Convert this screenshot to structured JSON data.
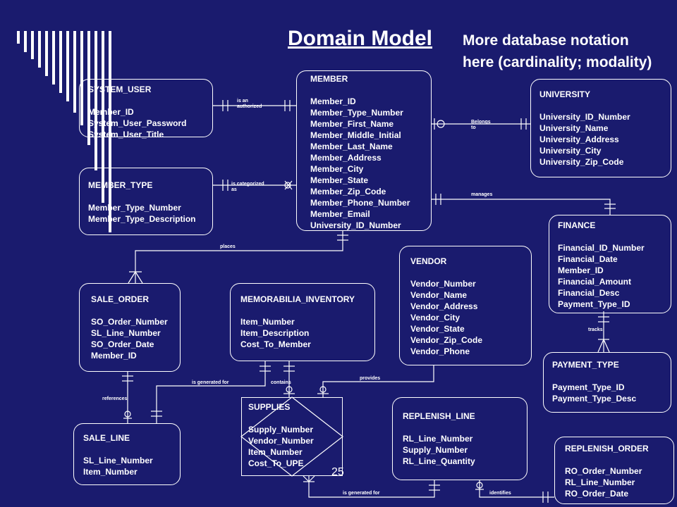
{
  "title": "Domain Model",
  "note_line1": "More database notation",
  "note_line2": "here (cardinality; modality)",
  "page_number": "25",
  "entities": {
    "system_user": {
      "name": "SYSTEM_USER",
      "attributes": [
        "Member_ID",
        "System_User_Password",
        "System_User_Title"
      ]
    },
    "member": {
      "name": "MEMBER",
      "attributes": [
        "Member_ID",
        "Member_Type_Number",
        "Member_First_Name",
        "Member_Middle_Initial",
        "Member_Last_Name",
        "Member_Address",
        "Member_City",
        "Member_State",
        "Member_Zip_Code",
        "Member_Phone_Number",
        "Member_Email",
        "University_ID_Number"
      ]
    },
    "university": {
      "name": "UNIVERSITY",
      "attributes": [
        "University_ID_Number",
        "University_Name",
        "University_Address",
        "University_City",
        "University_Zip_Code"
      ]
    },
    "member_type": {
      "name": "MEMBER_TYPE",
      "attributes": [
        "Member_Type_Number",
        "Member_Type_Description"
      ]
    },
    "finance": {
      "name": "FINANCE",
      "attributes": [
        "Financial_ID_Number",
        "Financial_Date",
        "Member_ID",
        "Financial_Amount",
        "Financial_Desc",
        "Payment_Type_ID"
      ]
    },
    "vendor": {
      "name": "VENDOR",
      "attributes": [
        "Vendor_Number",
        "Vendor_Name",
        "Vendor_Address",
        "Vendor_City",
        "Vendor_State",
        "Vendor_Zip_Code",
        "Vendor_Phone"
      ]
    },
    "sale_order": {
      "name": "SALE_ORDER",
      "attributes": [
        "SO_Order_Number",
        "SL_Line_Number",
        "SO_Order_Date",
        "Member_ID"
      ]
    },
    "memorabilia_inventory": {
      "name": "MEMORABILIA_INVENTORY",
      "attributes": [
        "Item_Number",
        "Item_Description",
        "Cost_To_Member"
      ]
    },
    "payment_type": {
      "name": "PAYMENT_TYPE",
      "attributes": [
        "Payment_Type_ID",
        "Payment_Type_Desc"
      ]
    },
    "sale_line": {
      "name": "SALE_LINE",
      "attributes": [
        "SL_Line_Number",
        "Item_Number"
      ]
    },
    "supplies": {
      "name": "SUPPLIES",
      "attributes": [
        "Supply_Number",
        "Vendor_Number",
        "Item_Number",
        "Cost_To_UPE"
      ]
    },
    "replenish_line": {
      "name": "REPLENISH_LINE",
      "attributes": [
        "RL_Line_Number",
        "Supply_Number",
        "RL_Line_Quantity"
      ]
    },
    "replenish_order": {
      "name": "REPLENISH_ORDER",
      "attributes": [
        "RO_Order_Number",
        "RL_Line_Number",
        "RO_Order_Date"
      ]
    }
  },
  "relationships": {
    "is_an_authorized": "is an authorized",
    "belongs_to": "Belongs to",
    "is_categorized_as": "is categorized as",
    "manages": "manages",
    "places": "places",
    "tracks": "tracks",
    "is_generated_for_1": "is generated for",
    "contains": "contains",
    "provides": "provides",
    "references": "references",
    "is_generated_for_2": "is generated for",
    "identifies": "identifies"
  },
  "colors": {
    "background": "#1a1b6e",
    "foreground": "#ffffff"
  }
}
